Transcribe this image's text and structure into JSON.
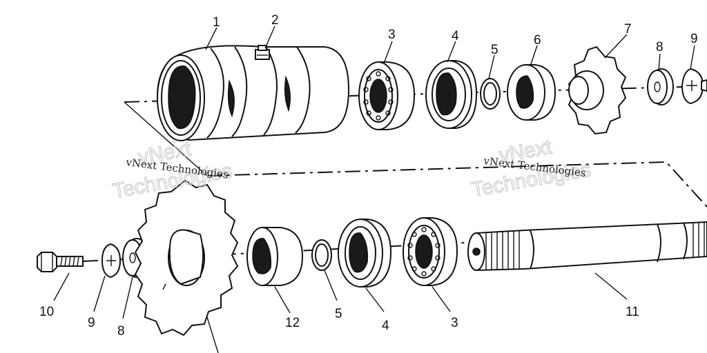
{
  "diagram": {
    "callouts_top": [
      "1",
      "2",
      "3",
      "4",
      "5",
      "6",
      "7",
      "8",
      "9"
    ],
    "callouts_bottom": [
      "10",
      "9",
      "8",
      "12",
      "5",
      "4",
      "3",
      "11"
    ]
  },
  "watermarks": {
    "small": "vNext Technologies",
    "big_line1": "vNext",
    "big_line2": "Technologies"
  }
}
